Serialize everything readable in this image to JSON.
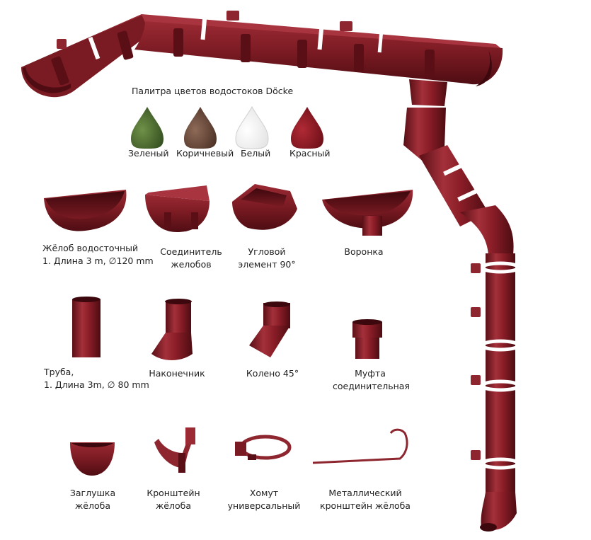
{
  "palette": {
    "title": "Палитра цветов водостоков Döcke",
    "colors": [
      {
        "label": "Зеленый",
        "hex": "#4a6b2e"
      },
      {
        "label": "Коричневый",
        "hex": "#6b4a3a"
      },
      {
        "label": "Белый",
        "hex": "#ffffff"
      },
      {
        "label": "Красный",
        "hex": "#8e1722"
      }
    ]
  },
  "brand_color": "#7d1c23",
  "parts": {
    "gutter": {
      "line1": "Жёлоб водосточный",
      "line2": "1. Длина 3 m, ∅120 mm"
    },
    "gutter_connector": {
      "line1": "Соединитель",
      "line2": "желобов"
    },
    "corner": {
      "line1": "Угловой",
      "line2": "элемент 90°"
    },
    "funnel": {
      "line1": "Воронка"
    },
    "pipe": {
      "line1": "Труба,",
      "line2": "1. Длина 3m, ∅ 80 mm"
    },
    "outlet": {
      "line1": "Наконечник"
    },
    "elbow": {
      "line1": "Колено 45°"
    },
    "coupling": {
      "line1": "Муфта",
      "line2": "соединительная"
    },
    "end_cap": {
      "line1": "Заглушка",
      "line2": "жёлоба"
    },
    "bracket": {
      "line1": "Кронштейн",
      "line2": "жёлоба"
    },
    "clamp": {
      "line1": "Хомут",
      "line2": "универсальный"
    },
    "metal_bracket": {
      "line1": "Металлический",
      "line2": "кронштейн жёлоба"
    }
  }
}
